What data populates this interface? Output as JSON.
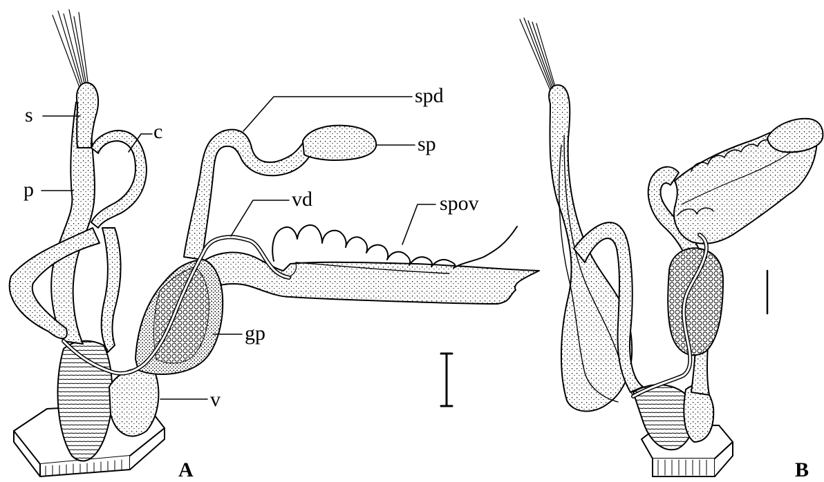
{
  "figure": {
    "panels": [
      {
        "id": "A",
        "label": "A"
      },
      {
        "id": "B",
        "label": "B"
      }
    ],
    "labels": {
      "s": "s",
      "c": "c",
      "p": "p",
      "spd": "spd",
      "sp": "sp",
      "vd": "vd",
      "spov": "spov",
      "gp": "gp",
      "v": "v"
    },
    "colors": {
      "ink": "#000000",
      "paper": "#ffffff"
    },
    "scale_bars": [
      "A",
      "B"
    ]
  }
}
